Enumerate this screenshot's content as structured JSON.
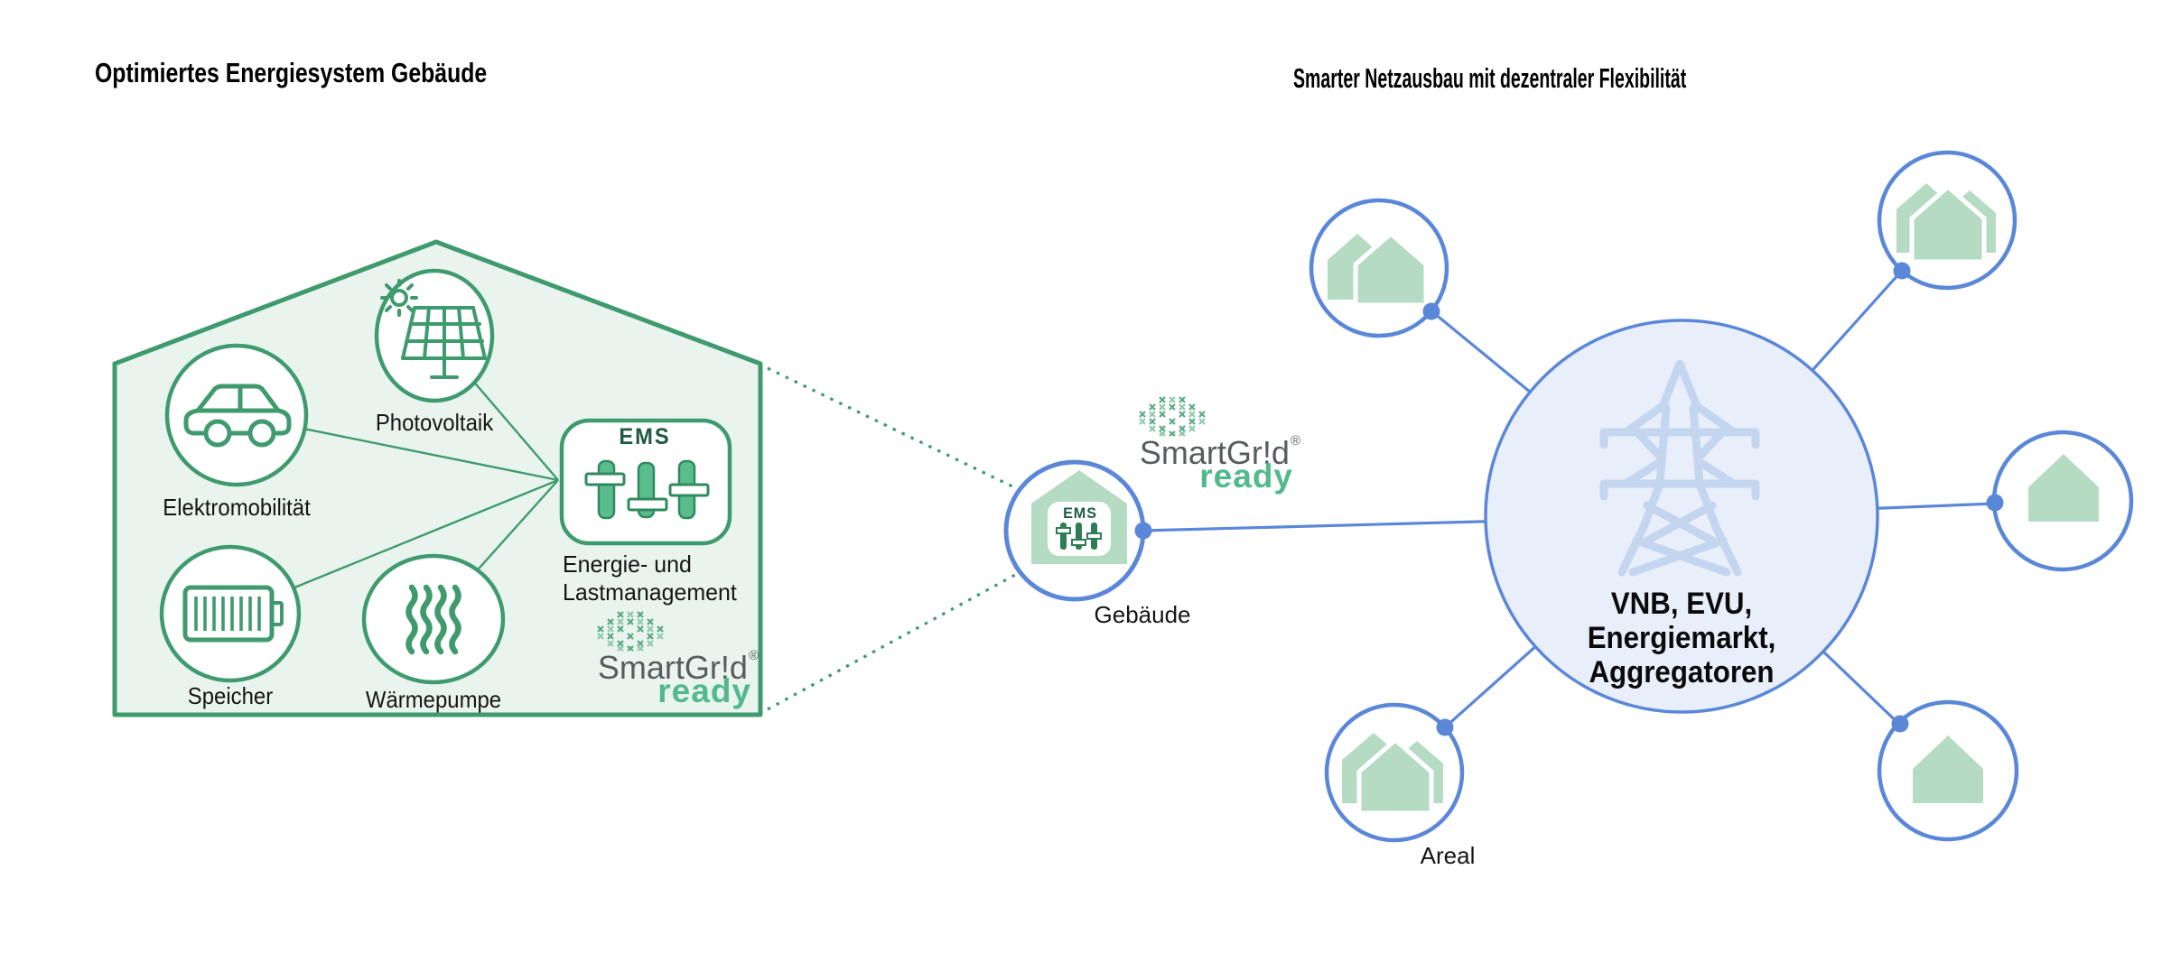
{
  "titles": {
    "left": "Optimiertes Energiesystem Gebäude",
    "right": "Smarter Netzausbau mit dezentraler Flexibilität"
  },
  "house": {
    "components": {
      "photovoltaic": "Photovoltaik",
      "electromobility": "Elektromobilität",
      "storage": "Speicher",
      "heat_pump": "Wärmepumpe"
    },
    "ems": {
      "title": "EMS",
      "caption_line1": "Energie- und",
      "caption_line2": "Lastmanagement"
    }
  },
  "logo": {
    "brand": "SmartGr!d",
    "registered": "®",
    "sub": "ready"
  },
  "network": {
    "building_label": "Gebäude",
    "building_ems_label": "EMS",
    "hub_lines": [
      "VNB, EVU,",
      "Energiemarkt,",
      "Aggregatoren"
    ],
    "areal_label": "Areal"
  },
  "colors": {
    "green_stroke": "#3f9b6e",
    "green_house_fill": "#eaf4ee",
    "green_soft_fill": "#b6dbc3",
    "slider_green": "#5bbd8e",
    "ems_text_green": "#1d5c40",
    "blue": "#5b87d8",
    "hub_fill": "#e9effa",
    "tower_blue": "#c4d5ef",
    "logo_gray": "#575d5e",
    "logo_green": "#52b98c",
    "text_black": "#151515"
  }
}
